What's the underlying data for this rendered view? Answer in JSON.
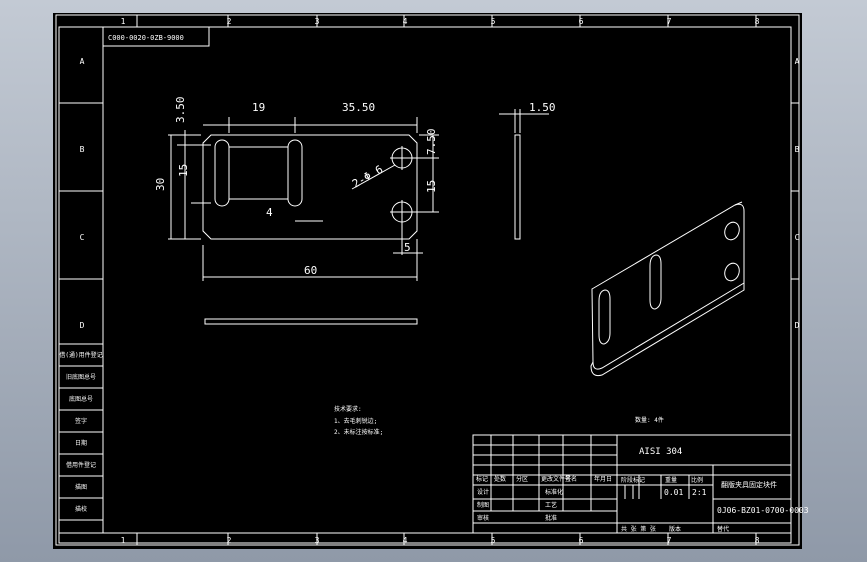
{
  "colors": {
    "background": "#000000",
    "line": "#ffffff",
    "viewport": "#a9b1bd"
  },
  "zone_columns": [
    "1",
    "2",
    "3",
    "4",
    "5",
    "6",
    "7",
    "8"
  ],
  "zone_rows": [
    "A",
    "B",
    "C",
    "D"
  ],
  "drawing_number_box": "C000-0020-0ZB-9000",
  "dimensions": {
    "d_3_50": "3.50",
    "d_19": "19",
    "d_35_50": "35.50",
    "d_15_left": "15",
    "d_30": "30",
    "d_7_50": "7.50",
    "d_15_right": "15",
    "d_4": "4",
    "d_5": "5",
    "d_60": "60",
    "d_holes": "2-Φ 6",
    "d_thickness": "1.50"
  },
  "notes": {
    "title": "技术要求:",
    "line1": "1、去毛刺锐边;",
    "line2": "2、未标注按标准;"
  },
  "quantity_note": "数量: 4件",
  "title_block": {
    "material": "AISI 304",
    "scale": "0.01",
    "ratio": "2:1",
    "doc_number": "0J06-BZ01-0700-0003",
    "company_name": "翻版夹具固定块件",
    "h_mark": "标记",
    "h_count": "处数",
    "h_zone": "分区",
    "h_change": "更改文件号",
    "h_sign": "签名",
    "h_date": "年月日",
    "h_stage": "阶段标记",
    "h_weight": "重量",
    "h_ratio": "比例",
    "h_design": "设计",
    "h_draw": "制图",
    "h_check": "审核",
    "h_std": "标准化",
    "h_process": "工艺",
    "h_approve": "批准",
    "h_sheets": "共 张 第 张",
    "h_ver": "版本",
    "h_replace": "替代"
  },
  "left_table": [
    "借(通)用件登记",
    "旧底图总号",
    "底图总号",
    "签字",
    "日期",
    "借用件登记",
    "描图",
    "描校"
  ]
}
